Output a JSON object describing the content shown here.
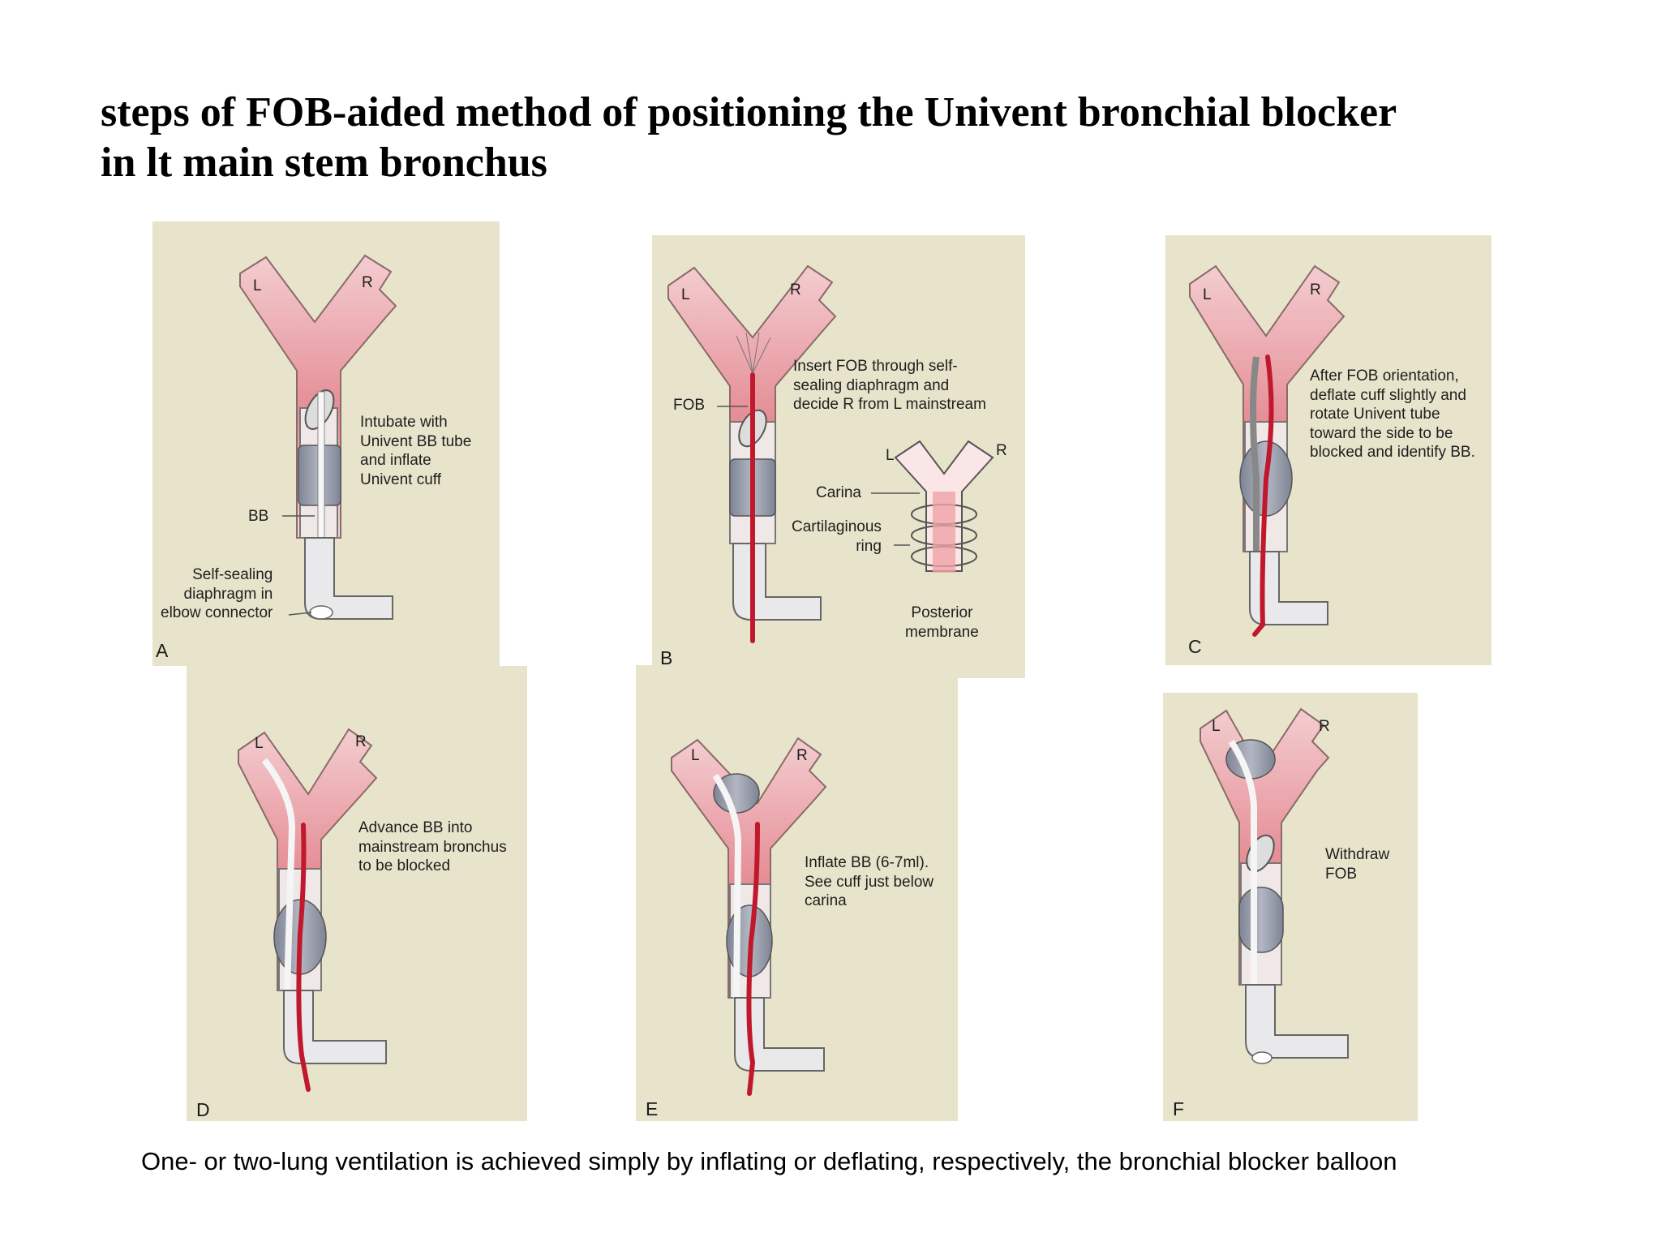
{
  "title": {
    "line1": "steps of  FOB-aided method of positioning the Univent bronchial blocker",
    "line2": "in  lt main stem bronchus"
  },
  "colors": {
    "panel_bg": "#e8e4cb",
    "airway": "#f2c7c9",
    "airway_dark": "#e6868e",
    "fob": "#c0182c",
    "cuff": "#9a9fae",
    "tube": "#ececec"
  },
  "panels": {
    "a": {
      "letter": "A",
      "bronchus_left": "L",
      "bronchus_right": "R",
      "text_main": "Intubate with\nUnivent BB tube\nand inflate\nUnivent cuff",
      "text_bb": "BB",
      "text_diaphragm": "Self-sealing\ndiaphragm in\nelbow connector"
    },
    "b": {
      "letter": "B",
      "bronchus_left": "L",
      "bronchus_right": "R",
      "text_main": "Insert FOB through self-\nsealing diaphragm and\ndecide R from L mainstream",
      "text_fob": "FOB",
      "inset_left": "L",
      "inset_right": "R",
      "text_carina": "Carina",
      "text_ring": "Cartilaginous\nring",
      "text_membrane": "Posterior\nmembrane"
    },
    "c": {
      "letter": "C",
      "bronchus_left": "L",
      "bronchus_right": "R",
      "text_main": "After FOB orientation,\ndeflate cuff slightly and\nrotate Univent tube\ntoward the side to be\nblocked and identify BB."
    },
    "d": {
      "letter": "D",
      "bronchus_left": "L",
      "bronchus_right": "R",
      "text_main": "Advance BB into\nmainstream bronchus\nto be blocked"
    },
    "e": {
      "letter": "E",
      "bronchus_left": "L",
      "bronchus_right": "R",
      "text_main": "Inflate BB (6-7ml).\nSee cuff just below\ncarina"
    },
    "f": {
      "letter": "F",
      "bronchus_left": "L",
      "bronchus_right": "R",
      "text_main": "Withdraw\nFOB"
    }
  },
  "caption": "One- or two-lung ventilation is achieved  simply by inflating or deflating, respectively, the bronchial blocker balloon"
}
